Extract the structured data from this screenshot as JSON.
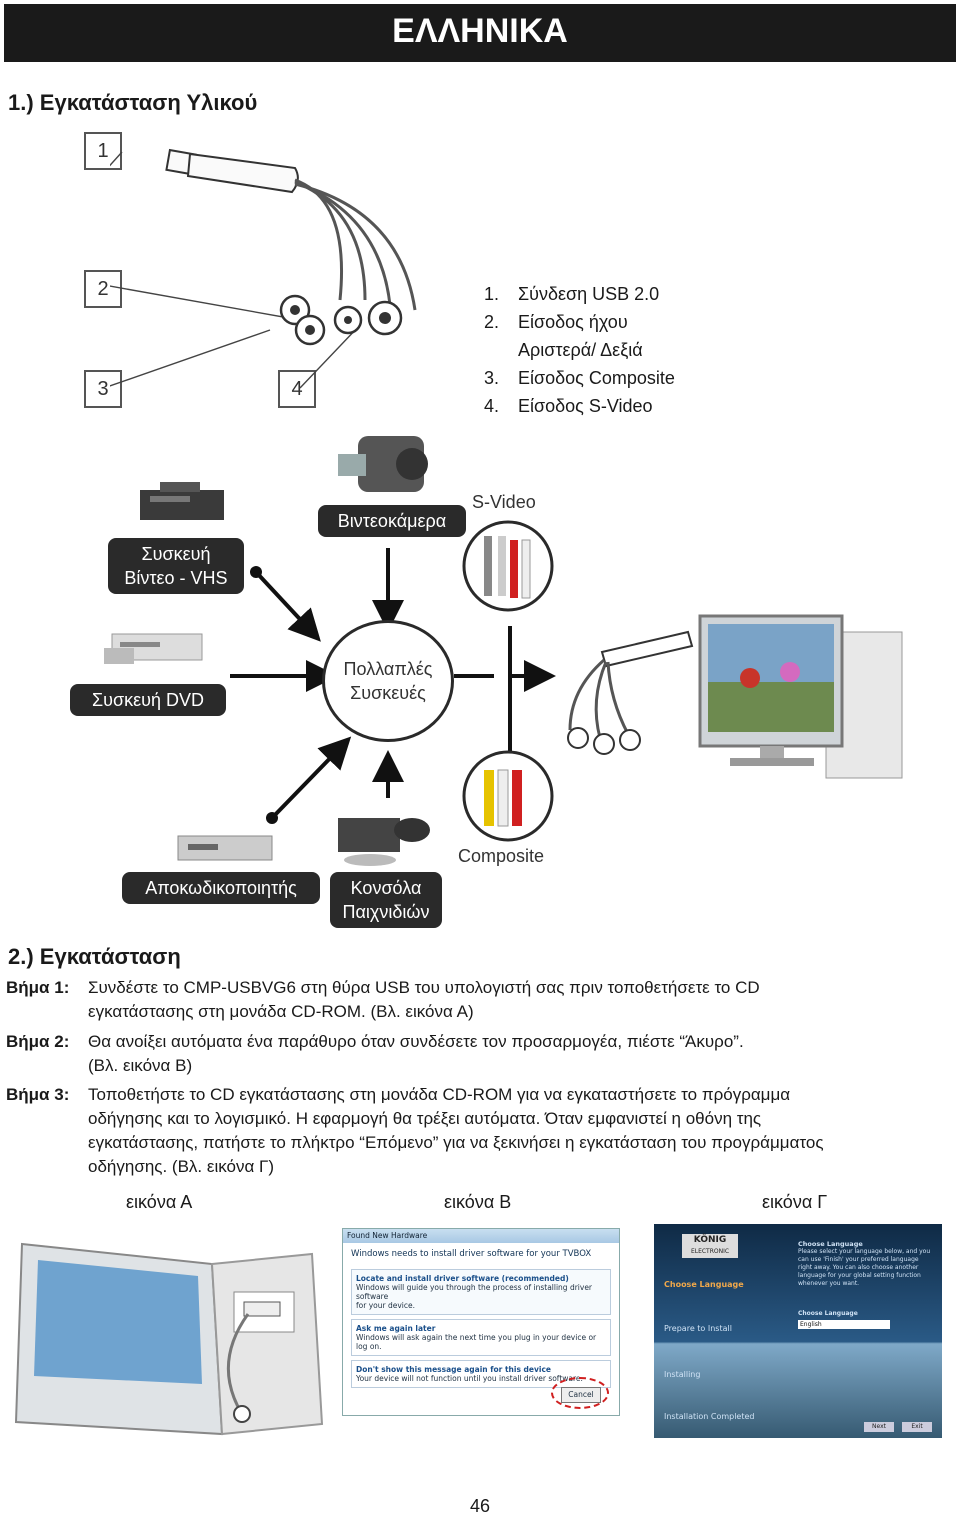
{
  "header": {
    "title": "ΕΛΛΗΝΙΚΑ"
  },
  "hardware": {
    "title": "1.) Εγκατάσταση Υλικού",
    "callouts": [
      "1",
      "2",
      "3",
      "4"
    ],
    "legend": [
      {
        "num": "1.",
        "text": "Σύνδεση USB 2.0"
      },
      {
        "num": "2.",
        "text": "Είσοδος ήχου"
      },
      {
        "num": "",
        "text": "Αριστερά/ Δεξιά"
      },
      {
        "num": "3.",
        "text": "Είσοδος Composite"
      },
      {
        "num": "4.",
        "text": "Είσοδος S-Video"
      }
    ]
  },
  "diagram": {
    "vcr": [
      "Συσκευή",
      "Βίντεο - VHS"
    ],
    "camcorder": "Βιντεοκάμερα",
    "svideo": "S-Video",
    "dvd": "Συσκευή DVD",
    "hub": [
      "Πολλαπλές",
      "Συσκευές"
    ],
    "decoder": "Αποκωδικοποιητής",
    "console": [
      "Κονσόλα",
      "Παιχνιδιών"
    ],
    "composite": "Composite"
  },
  "install": {
    "title": "2.) Εγκατάσταση",
    "steps": [
      {
        "label": "Βήμα 1:",
        "lines": [
          "Συνδέστε το CMP-USBVG6 στη θύρα USB του υπολογιστή σας πριν τοποθετήσετε το CD",
          "εγκατάστασης στη μονάδα CD-ROM. (Βλ. εικόνα Α)"
        ]
      },
      {
        "label": "Βήμα 2:",
        "lines": [
          "Θα ανοίξει αυτόματα ένα παράθυρο όταν συνδέσετε τον προσαρμογέα, πιέστε “Άκυρο”.",
          "(Βλ. εικόνα Β)"
        ]
      },
      {
        "label": "Βήμα 3:",
        "lines": [
          "Τοποθετήστε το CD εγκατάστασης στη μονάδα CD-ROM για να εγκαταστήσετε το πρόγραμμα",
          "οδήγησης και το λογισμικό. Η εφαρμογή θα τρέξει αυτόματα. Όταν εμφανιστεί η οθόνη της",
          "εγκατάστασης, πατήστε το πλήκτρο “Επόμενο” για να ξεκινήσει η εγκατάσταση του προγράμματος",
          "οδήγησης. (Βλ. εικόνα Γ)"
        ]
      }
    ],
    "captions": [
      "εικόνα Α",
      "εικόνα Β",
      "εικόνα Γ"
    ]
  },
  "wizard": {
    "title": "Found New Hardware",
    "intro": "Windows needs to install driver software for your TVBOX",
    "opt1_title": "Locate and install driver software (recommended)",
    "opt1_desc1": "Windows will guide you through the process of installing driver software",
    "opt1_desc2": "for your device.",
    "opt2_title": "Ask me again later",
    "opt2_desc": "Windows will ask again the next time you plug in your device or log on.",
    "opt3_title": "Don't show this message again for this device",
    "opt3_desc": "Your device will not function until you install driver software.",
    "cancel": "Cancel"
  },
  "installer": {
    "brand": "KÖNIG",
    "brand_sub": "ELECTRONIC",
    "menu": [
      "Choose Language",
      "Prepare to Install",
      "Installing",
      "Installation Completed"
    ],
    "panel_title": "Choose Language",
    "panel_text": "Please select your language below, and you can use 'Finish' your preferred language right away. You can also choose another language for your global setting function whenever you want.",
    "panel_label": "Choose Language",
    "select_value": "English",
    "next": "Next",
    "exit": "Exit"
  },
  "page": {
    "number": "46"
  },
  "colors": {
    "header_bg": "#1a1a1a",
    "pill_bg": "#2a2a2a",
    "accent_red": "#d02020"
  }
}
